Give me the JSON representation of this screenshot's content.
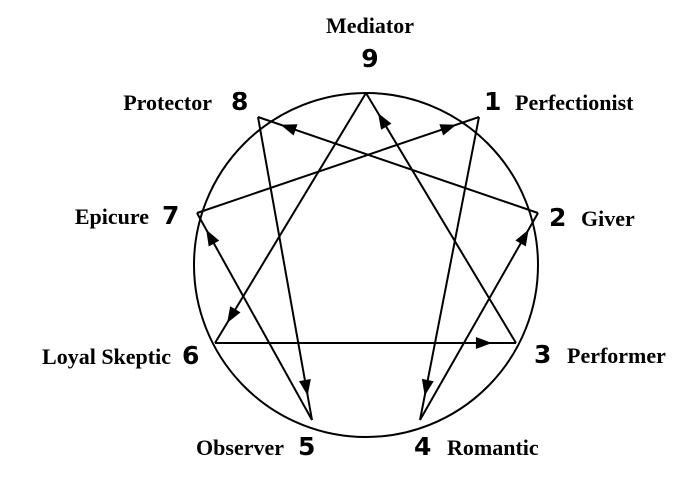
{
  "diagram": {
    "types": [
      {
        "number": "9",
        "name": "Mediator"
      },
      {
        "number": "1",
        "name": "Perfectionist"
      },
      {
        "number": "2",
        "name": "Giver"
      },
      {
        "number": "3",
        "name": "Performer"
      },
      {
        "number": "4",
        "name": "Romantic"
      },
      {
        "number": "5",
        "name": "Observer"
      },
      {
        "number": "6",
        "name": "Loyal Skeptic"
      },
      {
        "number": "7",
        "name": "Epicure"
      },
      {
        "number": "8",
        "name": "Protector"
      }
    ],
    "connections": [
      {
        "from": "1",
        "to": "4"
      },
      {
        "from": "4",
        "to": "2"
      },
      {
        "from": "2",
        "to": "8"
      },
      {
        "from": "8",
        "to": "5"
      },
      {
        "from": "5",
        "to": "7"
      },
      {
        "from": "7",
        "to": "1"
      },
      {
        "from": "9",
        "to": "6"
      },
      {
        "from": "6",
        "to": "3"
      },
      {
        "from": "3",
        "to": "9"
      }
    ]
  }
}
